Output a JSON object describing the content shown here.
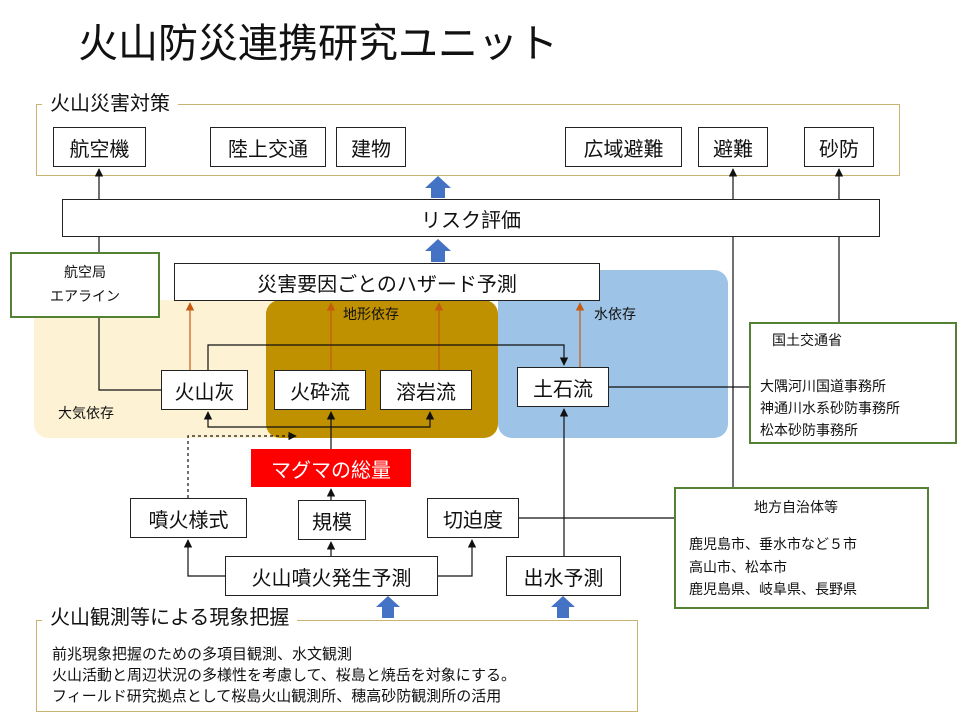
{
  "title": "火山防災連携研究ユニット",
  "countermeasures": {
    "label": "火山災害対策",
    "items": [
      "航空機",
      "陸上交通",
      "建物",
      "広域避難",
      "避難",
      "砂防"
    ]
  },
  "risk": "リスク評価",
  "hazard_forecast": "災害要因ごとのハザード予測",
  "zones": {
    "air": "大気依存",
    "terrain": "地形依存",
    "water": "水依存"
  },
  "hazards": [
    "火山灰",
    "火砕流",
    "溶岩流",
    "土石流"
  ],
  "magma": "マグマの総量",
  "params": [
    "噴火様式",
    "規模",
    "切迫度"
  ],
  "forecasts": {
    "eruption": "火山噴火発生予測",
    "flood": "出水予測"
  },
  "airline_box": [
    "航空局",
    "エアライン"
  ],
  "mlit_box": {
    "title": "国土交通省",
    "lines": [
      "大隅河川国道事務所",
      "神通川水系砂防事務所",
      "松本砂防事務所"
    ]
  },
  "local_box": {
    "title": "地方自治体等",
    "lines": [
      "鹿児島市、垂水市など５市",
      "高山市、松本市",
      "鹿児島県、岐阜県、長野県"
    ]
  },
  "observation": {
    "label": "火山観測等による現象把握",
    "lines": [
      "前兆現象把握のための多項目観測、水文観測",
      "火山活動と周辺状況の多様性を考慮して、桜島と焼岳を対象にする。",
      "フィールド研究拠点として桜島火山観測所、穂高砂防観測所の活用"
    ]
  },
  "colors": {
    "frame_gold": "#c8b370",
    "zone_air": "#fdf2d3",
    "zone_terrain": "#bf9000",
    "zone_water": "#9dc3e6",
    "green_border": "#548235",
    "blue_arrow": "#4472c4",
    "orange_arrow": "#c55a11",
    "magma_red": "#ff0000"
  }
}
